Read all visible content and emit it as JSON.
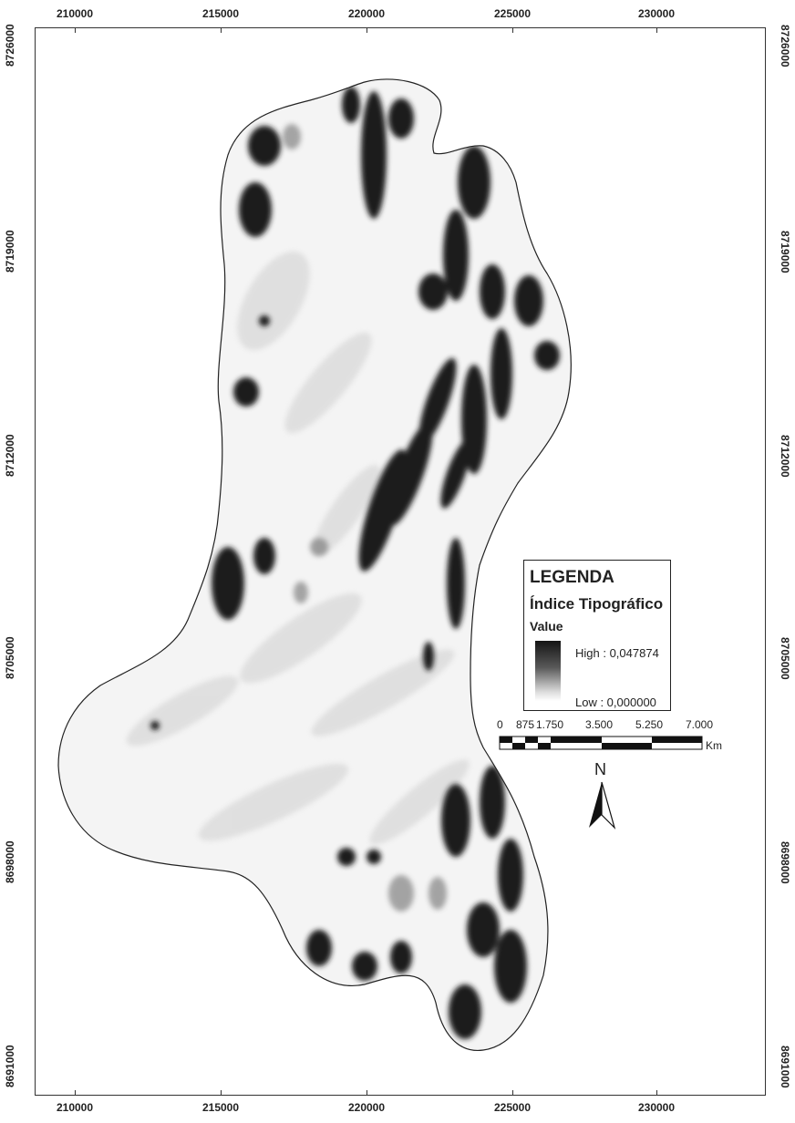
{
  "axes": {
    "x_ticks": [
      "210000",
      "215000",
      "220000",
      "225000",
      "230000"
    ],
    "y_ticks": [
      "8726000",
      "8719000",
      "8712000",
      "8705000",
      "8698000",
      "8691000"
    ]
  },
  "legend": {
    "title": "LEGENDA",
    "layer": "Índice Tipográfico",
    "field": "Value",
    "high": "High : 0,047874",
    "low": "Low : 0,000000",
    "ramp_colors": [
      "#141414",
      "#ffffff"
    ]
  },
  "scale_bar": {
    "labels": [
      "0",
      "875",
      "1.750",
      "3.500",
      "5.250",
      "7.000"
    ],
    "unit": "Km"
  },
  "north_arrow": {
    "letter": "N",
    "icon": "north-arrow-icon"
  },
  "colors": {
    "dark": "#1c1c1c",
    "outline": "#222222",
    "background": "#ffffff"
  }
}
